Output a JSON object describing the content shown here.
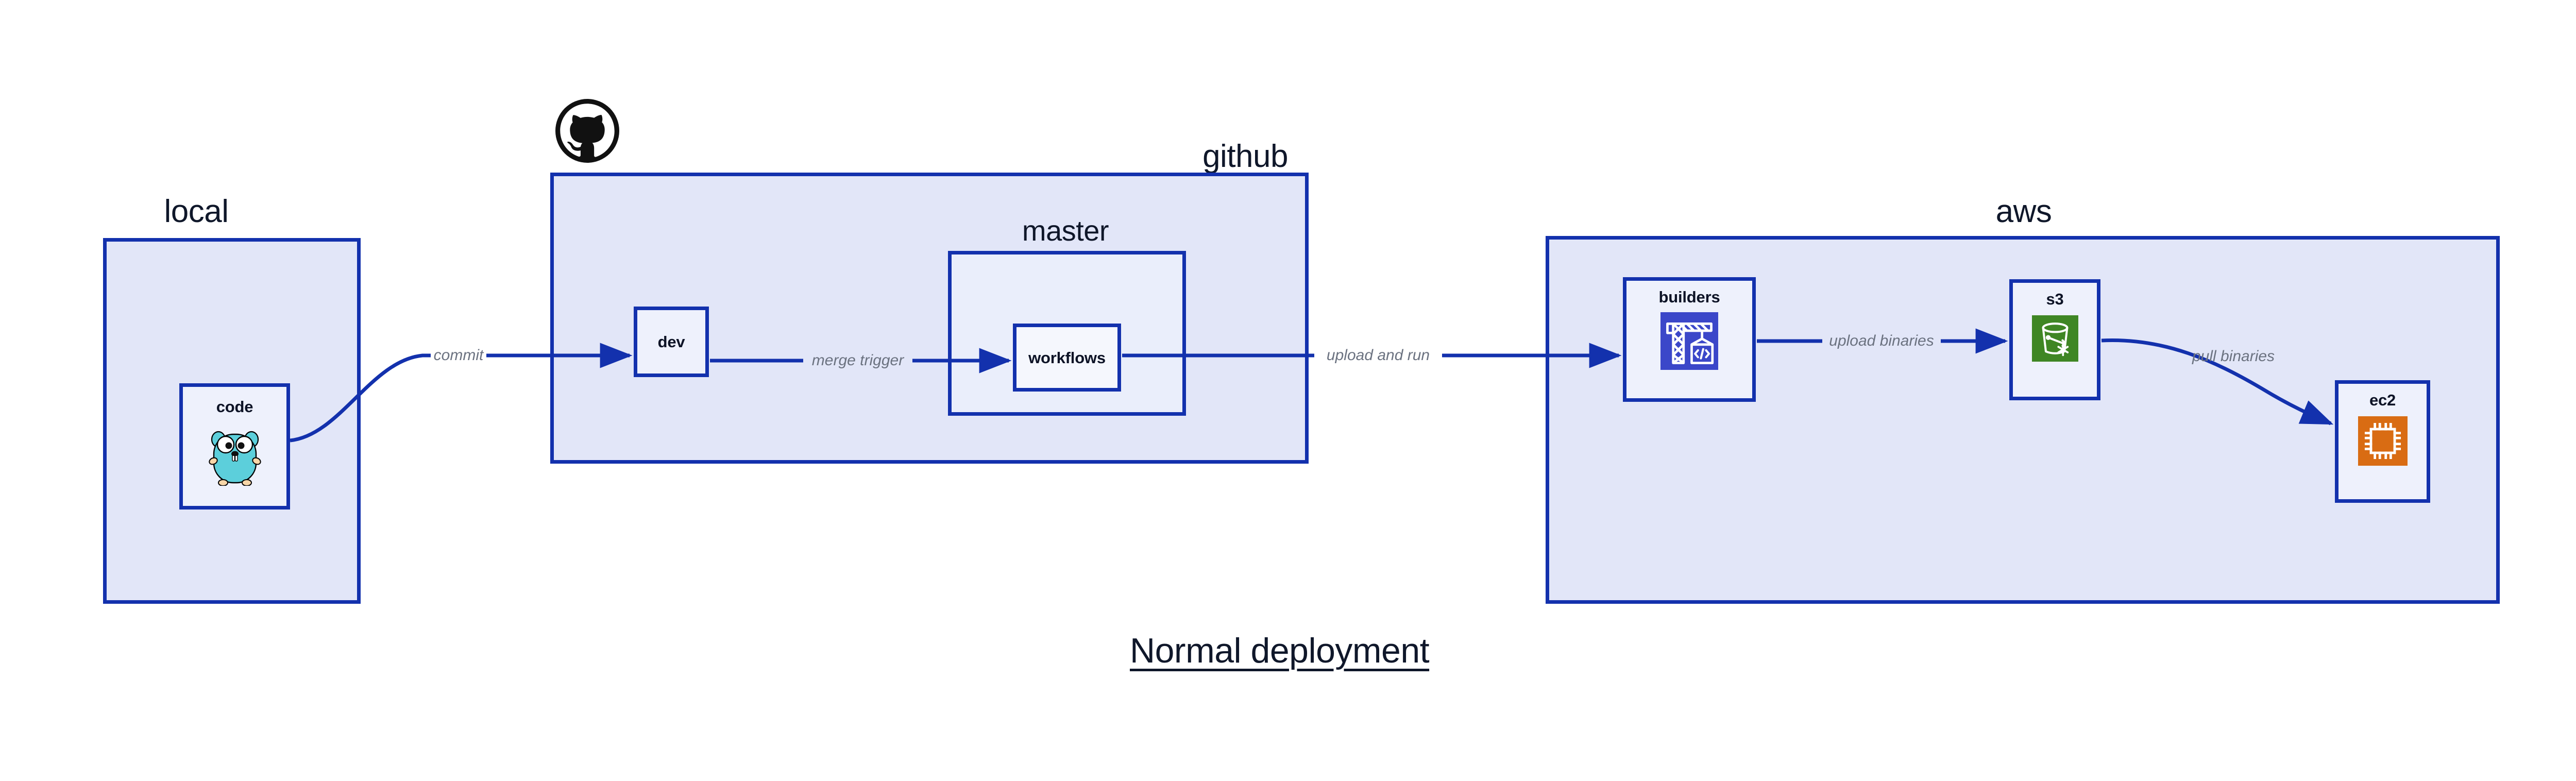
{
  "diagram": {
    "title": "Normal deployment",
    "accent_border": "#1331ad",
    "group_fill": "#e2e6f8",
    "node_fill": "#eef1fc",
    "label_color": "#6b7280",
    "text_color": "#0f172a",
    "background": "#ffffff"
  },
  "groups": [
    {
      "id": "local",
      "label": "local",
      "nodes": [
        {
          "id": "code",
          "label": "code",
          "icon": "go-gopher-icon",
          "icon_color": "#5ccfdb"
        }
      ]
    },
    {
      "id": "github",
      "label": "github",
      "logo": "github-octocat-icon",
      "nodes": [
        {
          "id": "dev",
          "label": "dev",
          "icon": "none"
        },
        {
          "id": "workflows",
          "label": "workflows",
          "icon": "none"
        }
      ],
      "subgroups": [
        {
          "id": "master",
          "label": "master"
        }
      ]
    },
    {
      "id": "aws",
      "label": "aws",
      "nodes": [
        {
          "id": "builders",
          "label": "builders",
          "icon": "aws-codebuild-crane-icon",
          "icon_color": "#3b47c9"
        },
        {
          "id": "s3",
          "label": "s3",
          "icon": "aws-s3-bucket-icon",
          "icon_color": "#3f8624"
        },
        {
          "id": "ec2",
          "label": "ec2",
          "icon": "aws-ec2-chip-icon",
          "icon_color": "#d96c13"
        }
      ]
    }
  ],
  "edges": [
    {
      "id": "commit",
      "label": "commit",
      "from": "code",
      "to": "dev"
    },
    {
      "id": "merge-trigger",
      "label": "merge trigger",
      "from": "dev",
      "to": "workflows"
    },
    {
      "id": "upload-and-run",
      "label": "upload and run",
      "from": "workflows",
      "to": "builders"
    },
    {
      "id": "upload-binaries",
      "label": "upload binaries",
      "from": "builders",
      "to": "s3"
    },
    {
      "id": "pull-binaries",
      "label": "pull binaries",
      "from": "s3",
      "to": "ec2"
    }
  ]
}
